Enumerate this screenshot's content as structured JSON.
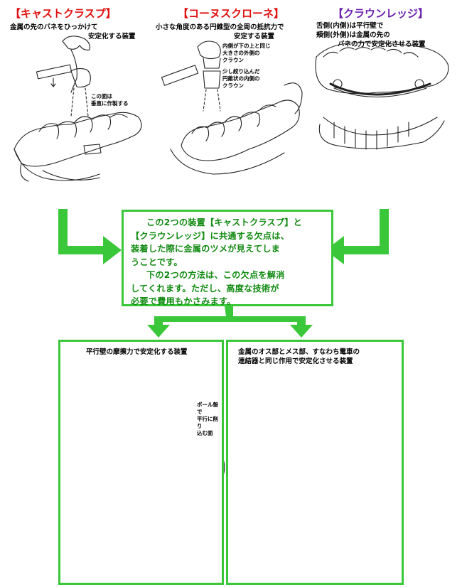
{
  "colors": {
    "title_red": "#e01010",
    "title_purple": "#6a1fb0",
    "green_arrow": "#3ac73a",
    "green_text": "#118a11"
  },
  "top": [
    {
      "title": "【キャストクラスプ】",
      "caption": [
        "金属の先のバネをひっかけて",
        "安定化する装置"
      ],
      "callout": [
        "この面は",
        "垂直に作製する"
      ]
    },
    {
      "title": "【コーヌスクローネ】",
      "caption": [
        "小さな角度のある円錐型の全周の抵抗力で",
        "安定する装置"
      ],
      "callout1": [
        "内側が下の上と同じ",
        "大きさの外側の",
        "クラウン"
      ],
      "callout2": [
        "少し絞り込んだ",
        "円錐状の内側の",
        "クラウン"
      ]
    },
    {
      "title": "【クラウンレッジ】",
      "caption": [
        "舌側(内側)は平行壁で",
        "頬側(外側)は金属の先の",
        "バネの力で安定化させる装置"
      ]
    }
  ],
  "center": {
    "lines": [
      "この2つの装置【キャストクラスプ】と",
      "【クラウンレッジ】に共通する欠点は、",
      "装着した際に金属のツメが見えてしま",
      "うことです。",
      "下の2つの方法は、この欠点を解消",
      "してくれます。ただし、高度な技術が",
      "必要で費用もかさみます。"
    ]
  },
  "bottom": [
    {
      "caption": [
        "平行壁の摩擦力で安定化する装置"
      ],
      "callout": [
        "ポール盤で",
        "平行に削り",
        "込む面"
      ]
    },
    {
      "caption": [
        "金属のオス部とメス部、すなわち電車の",
        "連結器と同じ作用で安定化させる装置"
      ]
    }
  ]
}
